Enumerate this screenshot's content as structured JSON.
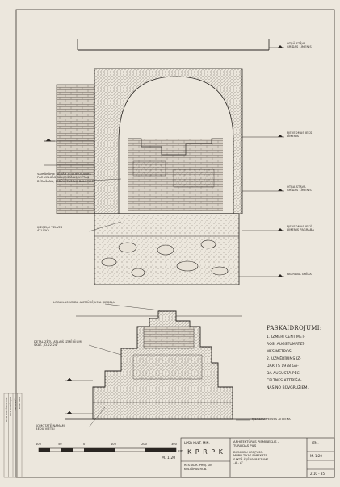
{
  "section_top": {
    "labels": [
      "OTRĀ STĀVA\nGRĪDAS LĪMENIS",
      "PIEVEDMAS IEKŠ\nLĪMENIS",
      "OTRĀ STĀVA\nGRĪDAS LĪMENIS",
      "PIEVEDMAS IEKŠ\nLĪMENIS PAGRABĀ",
      "PAGRABA GRĪDA",
      "VAIRĀKĀRIE BĒRĀU ATSTATOŠANAS\nPĀR VELKĀS BALĶOŠANAS VIETĀS\nBĒRAŠĀNA, IZBŪVĒTAS NO BALOTIEM",
      "ĶIEĢEĻU VELVES\nATLIEKA"
    ]
  },
  "section_bottom": {
    "labels": [
      "LOGAILAS VEIDA AIZMŪRĒJUMA ĶIEĢEĻU",
      "DETALIZĒTU ATLAIŠ IZMĒRĪJUMI\nSKAT. „D.22-24”",
      "KOMOTATĒ NAMAM\nBEDU VIETAI",
      "ĶIEĢEĻU VELVES ATLIEKA"
    ]
  },
  "notes": {
    "title": "PASKAIDROJUMI:",
    "body": "1. IZMĒRI CENTIMET-\nROS, AUGSTUMATZĪ-\nMES METROS.\n2. UZMĒRĪJUMS IZ-\nDARĪTS 1978 GA-\nDA AUGUSTĀ PĒC\nCELTNES ATTĪRĪŠA-\nNAS NO BŪVGRUŽIEM."
  },
  "scale_bar": {
    "ticks": [
      "100",
      "50",
      "0",
      "100",
      "200",
      "300"
    ],
    "unit": "cm",
    "ratio": "M. 1:20"
  },
  "title_block": {
    "org": "LPSR KULT. MIN.",
    "office": "K P R P K",
    "org_sub": "RESTAUR. PROJ. UN\nKULTŪRAS ROB.",
    "project": "ARHITEKTŪRAS PIEMINEKLIS -\nTURAIDAS PILS",
    "object": "DIENVIDU KORPUSS.\nMŪRU TIKAS PĀRSKATS.\nSAKTĀ ŠĶĒRSGRIEZUMS\n„A - A”",
    "sheet_label": "IZM.",
    "scale": "M. 1:20",
    "sheet_no": "2.10 - 85"
  },
  "stamp": {
    "lines": [
      "LPSR KULTŪRAS MIN.",
      "RESTAURĀCIJAS",
      "PROJEKTĒŠ.",
      "KANTORIS"
    ]
  }
}
